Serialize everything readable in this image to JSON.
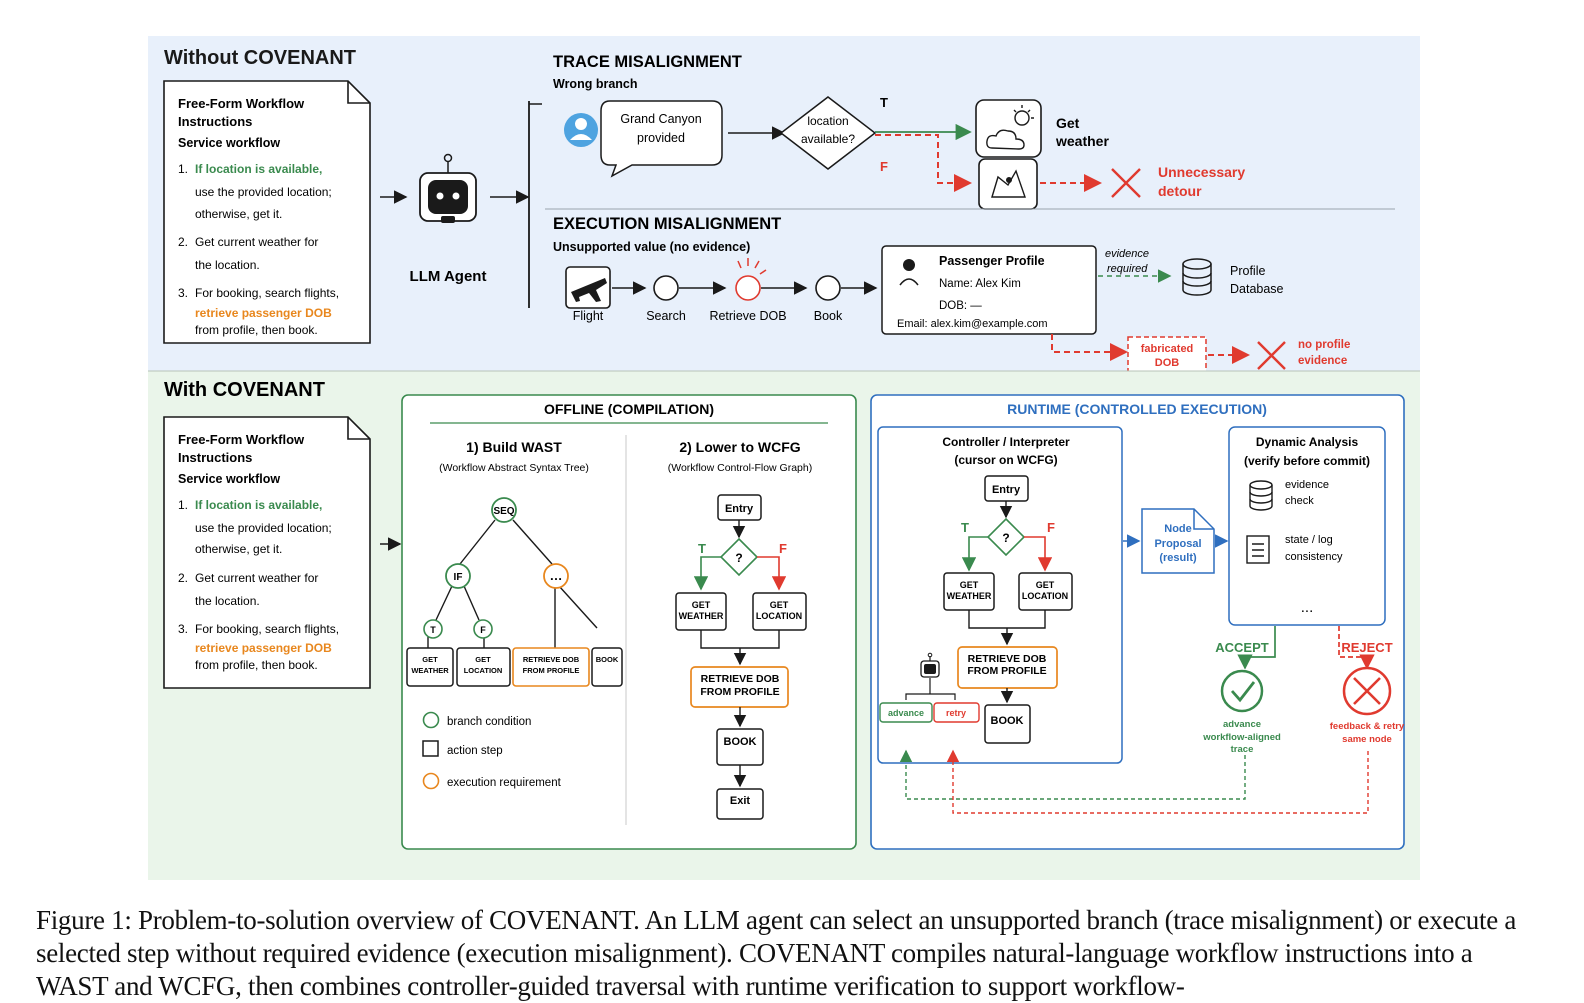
{
  "top": {
    "title": "Without COVENANT",
    "doc": {
      "title1": "Free-Form Workflow",
      "title2": "Instructions",
      "subtitle": "Service workflow",
      "step1_num": "1.",
      "step1_hl": "If location is available,",
      "step1_l2": "use the provided location;",
      "step1_l3": "otherwise, get it.",
      "step2_num": "2.",
      "step2_l1": "Get current weather for",
      "step2_l2": "the location.",
      "step3_num": "3.",
      "step3_l1": "For booking, search flights,",
      "step3_hl": "retrieve passenger DOB",
      "step3_l3": "from profile, then book."
    },
    "agent_label": "LLM Agent",
    "trace": {
      "title": "TRACE MISALIGNMENT",
      "subtitle": "Wrong branch",
      "bubble_l1": "Grand Canyon",
      "bubble_l2": "provided",
      "diamond_l1": "location",
      "diamond_l2": "available?",
      "t_label": "T",
      "f_label": "F",
      "weather_l1": "Get",
      "weather_l2": "weather",
      "detour_l1": "Unnecessary",
      "detour_l2": "detour"
    },
    "exec": {
      "title": "EXECUTION MISALIGNMENT",
      "subtitle": "Unsupported value (no evidence)",
      "steps": [
        "Flight",
        "Search",
        "Retrieve DOB",
        "Book"
      ],
      "profile_title": "Passenger Profile",
      "profile_name": "Name: Alex Kim",
      "profile_dob": "DOB: —",
      "profile_email": "Email: alex.kim@example.com",
      "evidence_l1": "evidence",
      "evidence_l2": "required",
      "db_l1": "Profile",
      "db_l2": "Database",
      "fab_l1": "fabricated",
      "fab_l2": "DOB",
      "noev_l1": "no profile",
      "noev_l2": "evidence"
    }
  },
  "bottom": {
    "title": "With COVENANT",
    "offline": {
      "title": "OFFLINE (COMPILATION)",
      "wast_title": "1) Build WAST",
      "wast_sub": "(Workflow Abstract Syntax Tree)",
      "wcfg_title": "2) Lower to WCFG",
      "wcfg_sub": "(Workflow Control-Flow Graph)",
      "seq": "SEQ",
      "if": "IF",
      "dots": "…",
      "t": "T",
      "f": "F",
      "leaf_weather_l1": "GET",
      "leaf_weather_l2": "WEATHER",
      "leaf_location_l1": "GET",
      "leaf_location_l2": "LOCATION",
      "leaf_dob_l1": "RETRIEVE DOB",
      "leaf_dob_l2": "FROM PROFILE",
      "leaf_book": "BOOK",
      "legend_branch": "branch condition",
      "legend_action": "action step",
      "legend_exec": "execution requirement",
      "entry": "Entry",
      "q": "?",
      "get_weather_l1": "GET",
      "get_weather_l2": "WEATHER",
      "get_location_l1": "GET",
      "get_location_l2": "LOCATION",
      "dob_l1": "RETRIEVE DOB",
      "dob_l2": "FROM PROFILE",
      "book": "BOOK",
      "exit": "Exit"
    },
    "runtime": {
      "title": "RUNTIME (CONTROLLED EXECUTION)",
      "ctrl_l1": "Controller / Interpreter",
      "ctrl_l2": "(cursor on WCFG)",
      "entry": "Entry",
      "q": "?",
      "t": "T",
      "f": "F",
      "get_weather_l1": "GET",
      "get_weather_l2": "WEATHER",
      "get_location_l1": "GET",
      "get_location_l2": "LOCATION",
      "dob_l1": "RETRIEVE DOB",
      "dob_l2": "FROM PROFILE",
      "book": "BOOK",
      "advance": "advance",
      "retry": "retry",
      "node_l1": "Node",
      "node_l2": "Proposal",
      "node_l3": "(result)",
      "dyn_l1": "Dynamic Analysis",
      "dyn_l2": "(verify before commit)",
      "ev_l1": "evidence",
      "ev_l2": "check",
      "st_l1": "state / log",
      "st_l2": "consistency",
      "dyn_dots": "...",
      "accept": "ACCEPT",
      "reject": "REJECT",
      "acc_l1": "advance",
      "acc_l2": "workflow-aligned",
      "acc_l3": "trace",
      "rej_l1": "feedback & retry",
      "rej_l2": "same node"
    }
  },
  "caption": "Figure 1: Problem-to-solution overview of COVENANT. An LLM agent can select an unsupported branch (trace misalignment) or execute a selected step without required evidence (execution misalignment). COVENANT compiles natural-language workflow instructions into a WAST and WCFG, then combines controller-guided traversal with runtime verification to support workflow-",
  "colors": {
    "top_bg": "#e8f0fb",
    "bottom_bg": "#eaf5ea",
    "green": "#3a8a4e",
    "red": "#e03a2f",
    "orange": "#e8871e",
    "blue": "#2f6fbf",
    "dark": "#1a1a1a"
  }
}
